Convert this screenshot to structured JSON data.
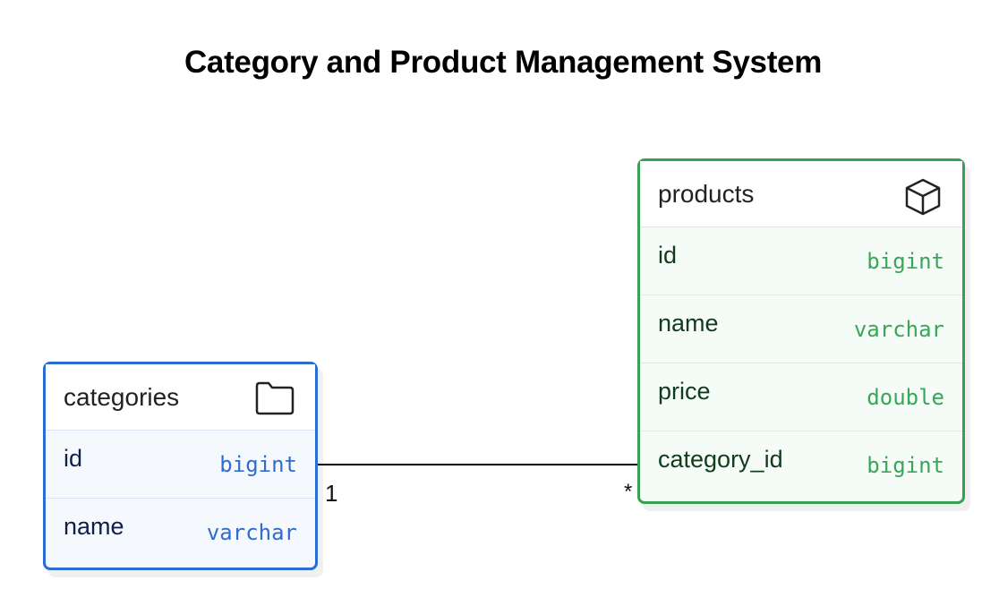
{
  "title": "Category and Product Management System",
  "entities": {
    "categories": {
      "name": "categories",
      "icon": "folder-icon",
      "fields": [
        {
          "name": "id",
          "type": "bigint"
        },
        {
          "name": "name",
          "type": "varchar"
        }
      ]
    },
    "products": {
      "name": "products",
      "icon": "box-icon",
      "fields": [
        {
          "name": "id",
          "type": "bigint"
        },
        {
          "name": "name",
          "type": "varchar"
        },
        {
          "name": "price",
          "type": "double"
        },
        {
          "name": "category_id",
          "type": "bigint"
        }
      ]
    }
  },
  "relationships": [
    {
      "from": "categories.id",
      "to": "products.category_id",
      "from_cardinality": "1",
      "to_cardinality": "*"
    }
  ],
  "colors": {
    "categories_border": "#2b6bd4",
    "products_border": "#38a055",
    "connector": "#000000"
  }
}
